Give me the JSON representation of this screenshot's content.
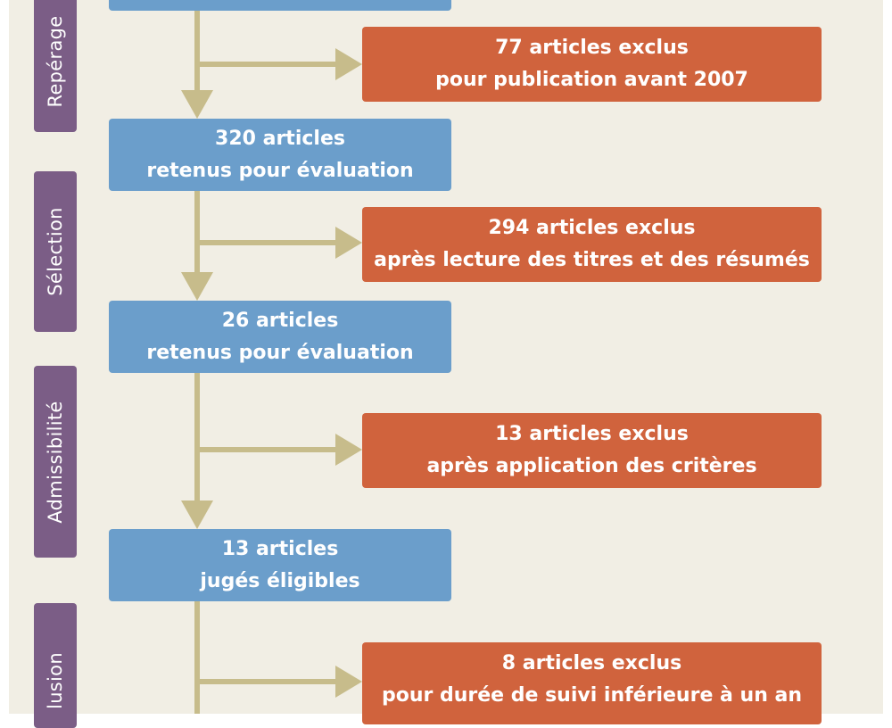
{
  "stages": [
    {
      "label": "Repérage"
    },
    {
      "label": "Sélection"
    },
    {
      "label": "Admissibilité"
    },
    {
      "label": "lusion"
    }
  ],
  "retained": [
    {
      "line1": "320 articles",
      "line2": "retenus pour évaluation"
    },
    {
      "line1": "26 articles",
      "line2": "retenus pour évaluation"
    },
    {
      "line1": "13 articles",
      "line2": "jugés éligibles"
    }
  ],
  "excluded": [
    {
      "line1": "77 articles exclus",
      "line2": "pour publication avant 2007"
    },
    {
      "line1": "294 articles exclus",
      "line2": "après lecture des titres et des résumés"
    },
    {
      "line1": "13 articles exclus",
      "line2": "après application des critères"
    },
    {
      "line1": "8 articles exclus",
      "line2": "pour durée de suivi inférieure à un an"
    }
  ],
  "colors": {
    "background": "#f1eee4",
    "stage": "#7b5d86",
    "retained": "#6b9ecb",
    "excluded": "#d0633d",
    "arrow": "#c7bc8b"
  }
}
